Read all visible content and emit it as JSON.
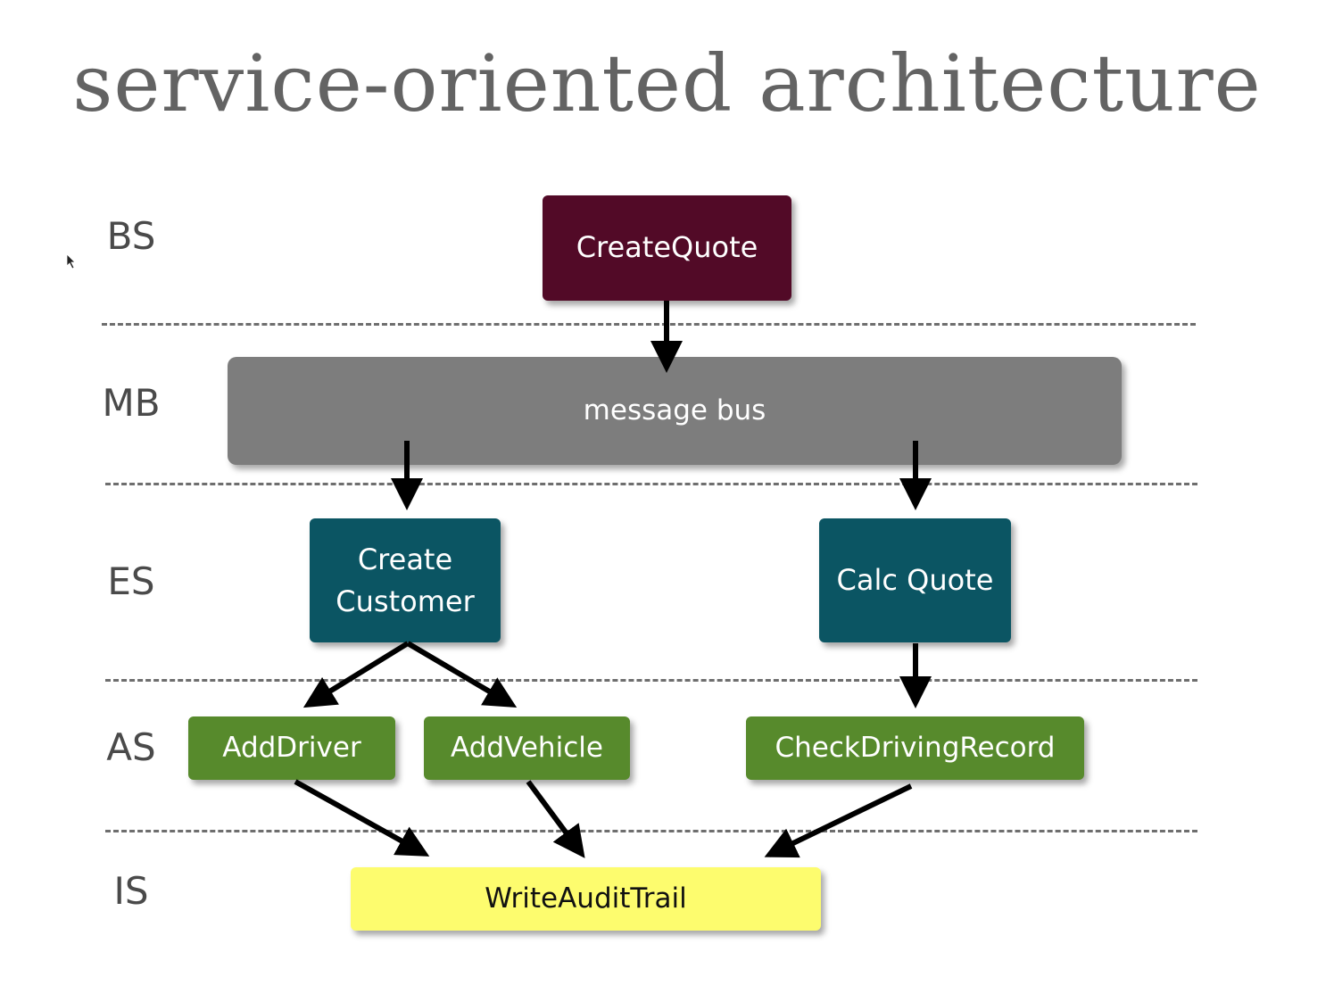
{
  "title": "service-oriented architecture",
  "layers": [
    {
      "id": "bs",
      "label": "BS"
    },
    {
      "id": "mb",
      "label": "MB"
    },
    {
      "id": "es",
      "label": "ES"
    },
    {
      "id": "as",
      "label": "AS"
    },
    {
      "id": "is",
      "label": "IS"
    }
  ],
  "nodes": {
    "create_quote": {
      "label": "CreateQuote",
      "color": "#520a27"
    },
    "message_bus": {
      "label": "message bus",
      "color": "#7d7d7d"
    },
    "create_customer": {
      "line1": "Create",
      "line2": "Customer",
      "color": "#0b5563"
    },
    "calc_quote": {
      "label": "Calc Quote",
      "color": "#0b5563"
    },
    "add_driver": {
      "label": "AddDriver",
      "color": "#578a2c"
    },
    "add_vehicle": {
      "label": "AddVehicle",
      "color": "#578a2c"
    },
    "check_driving_record": {
      "label": "CheckDrivingRecord",
      "color": "#578a2c"
    },
    "write_audit_trail": {
      "label": "WriteAuditTrail",
      "color": "#fdfc6e",
      "text_color": "#111111"
    }
  },
  "edges": [
    {
      "from": "create_quote",
      "to": "message_bus"
    },
    {
      "from": "message_bus",
      "to": "create_customer"
    },
    {
      "from": "message_bus",
      "to": "calc_quote"
    },
    {
      "from": "create_customer",
      "to": "add_driver"
    },
    {
      "from": "create_customer",
      "to": "add_vehicle"
    },
    {
      "from": "calc_quote",
      "to": "check_driving_record"
    },
    {
      "from": "add_driver",
      "to": "write_audit_trail"
    },
    {
      "from": "add_vehicle",
      "to": "write_audit_trail"
    },
    {
      "from": "check_driving_record",
      "to": "write_audit_trail"
    }
  ]
}
